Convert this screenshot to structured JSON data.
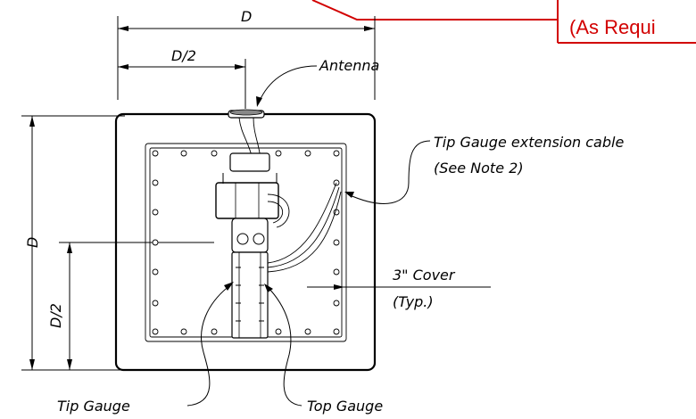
{
  "dimensions": {
    "width_label": "D",
    "half_width_label": "D/2",
    "height_label": "D",
    "half_height_label": "D/2"
  },
  "callouts": {
    "antenna": "Antenna",
    "tip_cable_line1": "Tip Gauge extension cable",
    "tip_cable_line2": "(See Note 2)",
    "cover_line1": "3\" Cover",
    "cover_line2": "(Typ.)",
    "tip_gauge": "Tip Gauge",
    "top_gauge": "Top Gauge",
    "red_note": "(As Requi"
  },
  "colors": {
    "line": "#000000",
    "red_note": "#d20000"
  }
}
